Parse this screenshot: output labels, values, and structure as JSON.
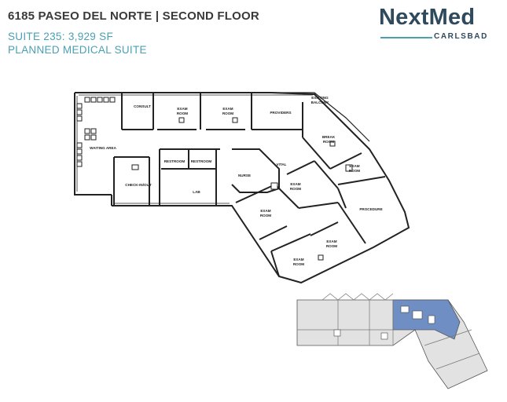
{
  "header": {
    "address": "6185 PASEO DEL NORTE | SECOND FLOOR",
    "suite": "SUITE 235: 3,929 SF",
    "subtitle": "PLANNED MEDICAL SUITE"
  },
  "logo": {
    "main": "NextMed",
    "sub": "CARLSBAD"
  },
  "rooms": {
    "consult": "CONSULT",
    "exam_room": "EXAM",
    "room_word": "ROOM",
    "providers": "PROVIDERS",
    "existing": "EXISTING",
    "balcony": "BALCONY",
    "break": "BREAK",
    "waiting_area": "WAITING AREA",
    "restroom": "RESTROOM",
    "check_in_out": "CHECK-IN/OUT",
    "lab": "LAB",
    "nurse": "NURSE",
    "vital": "VITAL",
    "procedure": "PROCEDURE"
  },
  "colors": {
    "accent": "#4aa0b3",
    "brand": "#2f4a5c",
    "highlight": "#6f8fc4",
    "keyplan_fill": "#e2e2e2"
  }
}
